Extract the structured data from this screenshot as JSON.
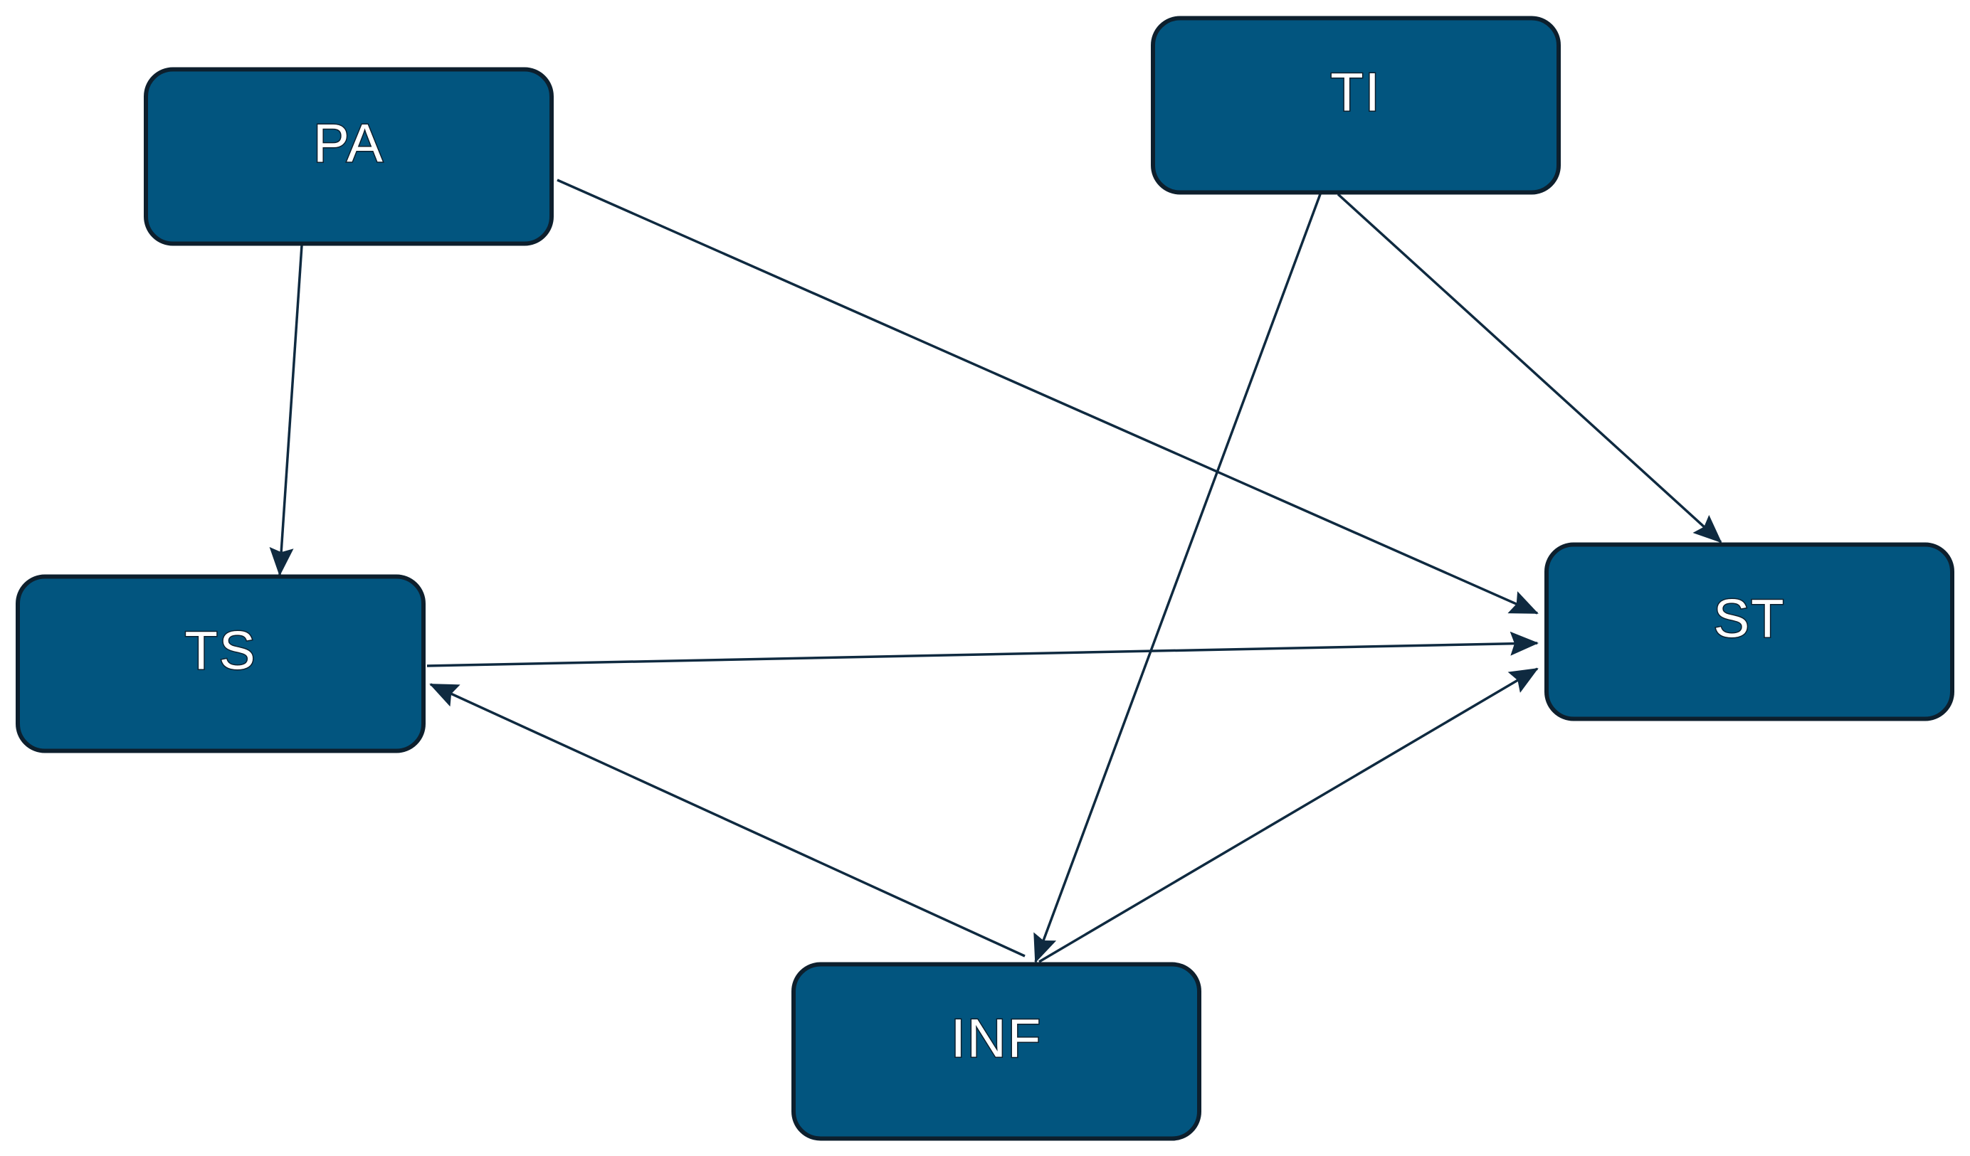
{
  "diagram": {
    "colors": {
      "node_fill": "#02557f",
      "node_border": "#0d1f2d",
      "node_text": "#ffffff",
      "edge": "#0f2a40"
    },
    "nodes": [
      {
        "id": "PA",
        "label": "PA"
      },
      {
        "id": "TI",
        "label": "TI"
      },
      {
        "id": "TS",
        "label": "TS"
      },
      {
        "id": "ST",
        "label": "ST"
      },
      {
        "id": "INF",
        "label": "INF"
      }
    ],
    "edges": [
      {
        "from": "PA",
        "to": "TS"
      },
      {
        "from": "PA",
        "to": "ST"
      },
      {
        "from": "TI",
        "to": "ST"
      },
      {
        "from": "TI",
        "to": "INF"
      },
      {
        "from": "TS",
        "to": "ST"
      },
      {
        "from": "INF",
        "to": "TS"
      },
      {
        "from": "INF",
        "to": "ST"
      }
    ]
  }
}
